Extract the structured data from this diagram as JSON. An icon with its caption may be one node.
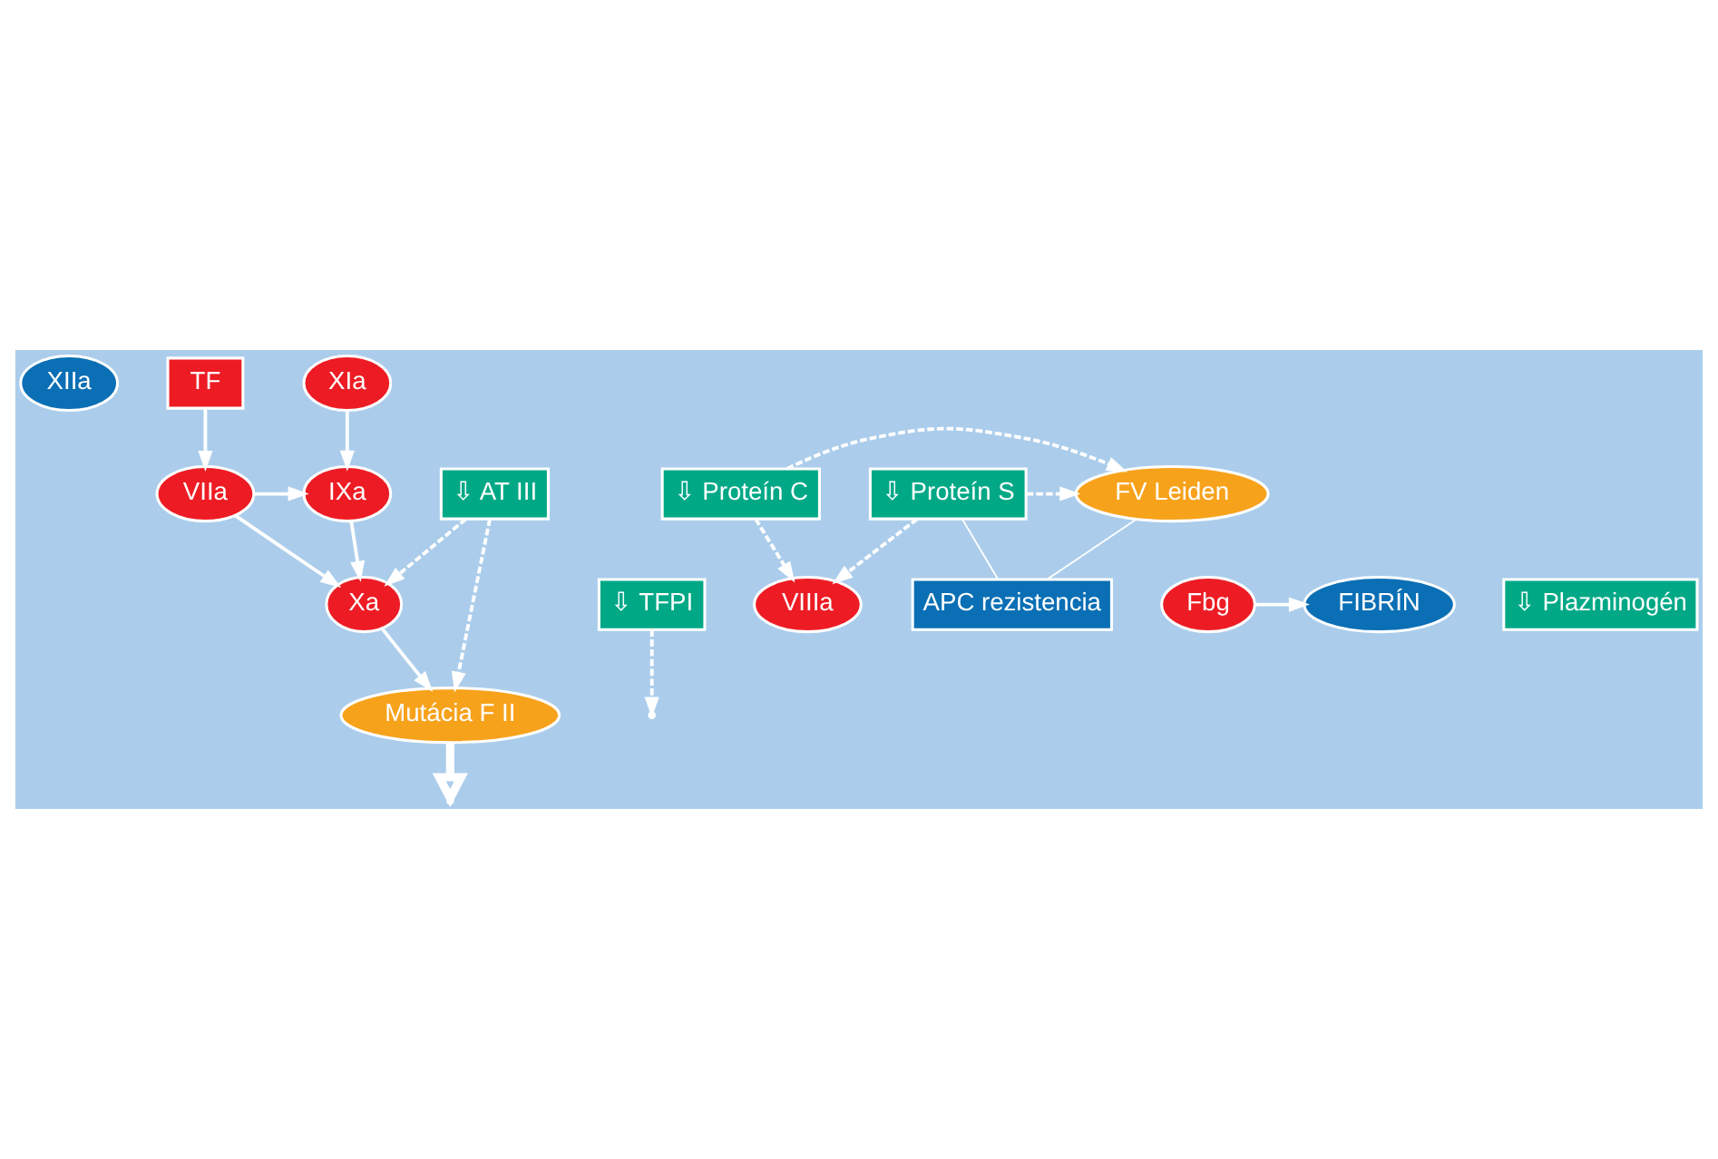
{
  "diagram": {
    "nodes": [
      {
        "text": [
          "XIIa"
        ]
      },
      {
        "text": [
          "XIa"
        ]
      },
      {
        "text": [
          "TF"
        ]
      },
      {
        "text": [
          "IXa"
        ]
      },
      {
        "text": [
          "VIIa"
        ]
      },
      {
        "text": [
          "⇩ TFPI"
        ]
      },
      {
        "text": [
          "VIIIa"
        ]
      },
      {
        "text": [
          "Xa"
        ]
      },
      {
        "text": [
          "⇩ Proteín C"
        ]
      },
      {
        "text": [
          "⇩ Proteín S"
        ]
      },
      {
        "text": [
          "FV Leiden"
        ]
      },
      {
        "text": [
          "⇩ AT III"
        ]
      },
      {
        "text": [
          "Mutácia F II"
        ]
      },
      {
        "text": [
          "APC rezistencia"
        ]
      },
      {
        "text": [
          "Fbg"
        ]
      },
      {
        "text": [
          "FIBRÍN"
        ]
      },
      {
        "text": [
          "⇩ Plazminogén"
        ]
      }
    ],
    "edges": [
      {
        "from": 1,
        "to": 3,
        "arrow": "to"
      },
      {
        "from": 2,
        "to": 4,
        "arrow": "to"
      },
      {
        "from": 4,
        "to": 3,
        "arrow": "to"
      },
      {
        "from": 3,
        "to": 7,
        "arrow": "to"
      },
      {
        "from": 4,
        "to": 7,
        "arrow": "to"
      },
      {
        "from": 5,
        "to": null,
        "arrow": "to",
        "style": "dashed"
      },
      {
        "from": 8,
        "to": 6,
        "arrow": "to",
        "style": "dashed"
      },
      {
        "from": 9,
        "to": 6,
        "arrow": "to",
        "style": "dashed"
      },
      {
        "from": 8,
        "to": 10,
        "arrow": "to",
        "style": "dashed"
      },
      {
        "from": 9,
        "to": 10,
        "arrow": "to",
        "style": "dashed"
      },
      {
        "from": 7,
        "to": 12,
        "arrow": "to"
      },
      {
        "from": 11,
        "to": 7,
        "arrow": "to",
        "style": "dashed"
      },
      {
        "from": 11,
        "to": 12,
        "arrow": "to",
        "style": "dashed"
      },
      {
        "from": 9,
        "to": 13,
        "arrow": "none"
      },
      {
        "from": 10,
        "to": 13,
        "arrow": "none"
      },
      {
        "from": 12,
        "to": null,
        "arrow": "to",
        "style": "thick"
      },
      {
        "from": 14,
        "to": 15,
        "arrow": "to"
      }
    ]
  }
}
